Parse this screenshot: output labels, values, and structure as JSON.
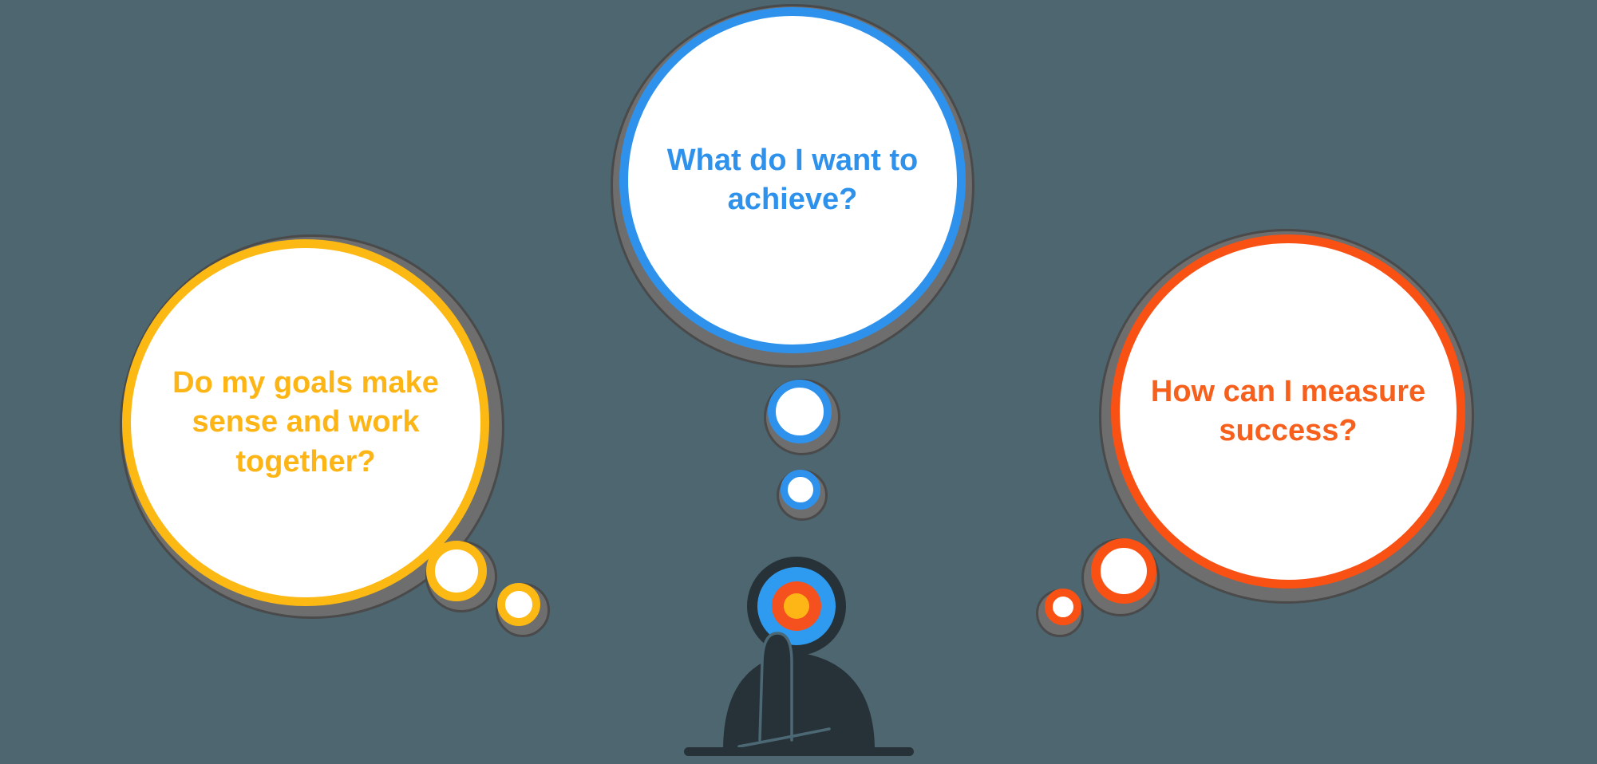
{
  "background_color": "#4D6670",
  "shadow": {
    "fill": "#6E6E6E",
    "edge": "#4A4A4A"
  },
  "thought_bubbles": [
    {
      "id": "goals",
      "text": "Do my goals make sense and work together?",
      "ring_color": "#FDB913",
      "text_color": "#FDB515"
    },
    {
      "id": "achieve",
      "text": "What do I want to achieve?",
      "ring_color": "#2E92EC",
      "text_color": "#2E92EC"
    },
    {
      "id": "measure",
      "text": "How can I measure success?",
      "ring_color": "#F95013",
      "text_color": "#F7601C"
    }
  ],
  "figure": {
    "name": "person-thinking-with-target-head",
    "body_color": "#263238",
    "outline_color": "#4C6874",
    "desk_color": "#263238",
    "target_rings": {
      "outer": "#263238",
      "blue": "#2E9BF0",
      "orange": "#F4511E",
      "center": "#FDB615"
    }
  }
}
